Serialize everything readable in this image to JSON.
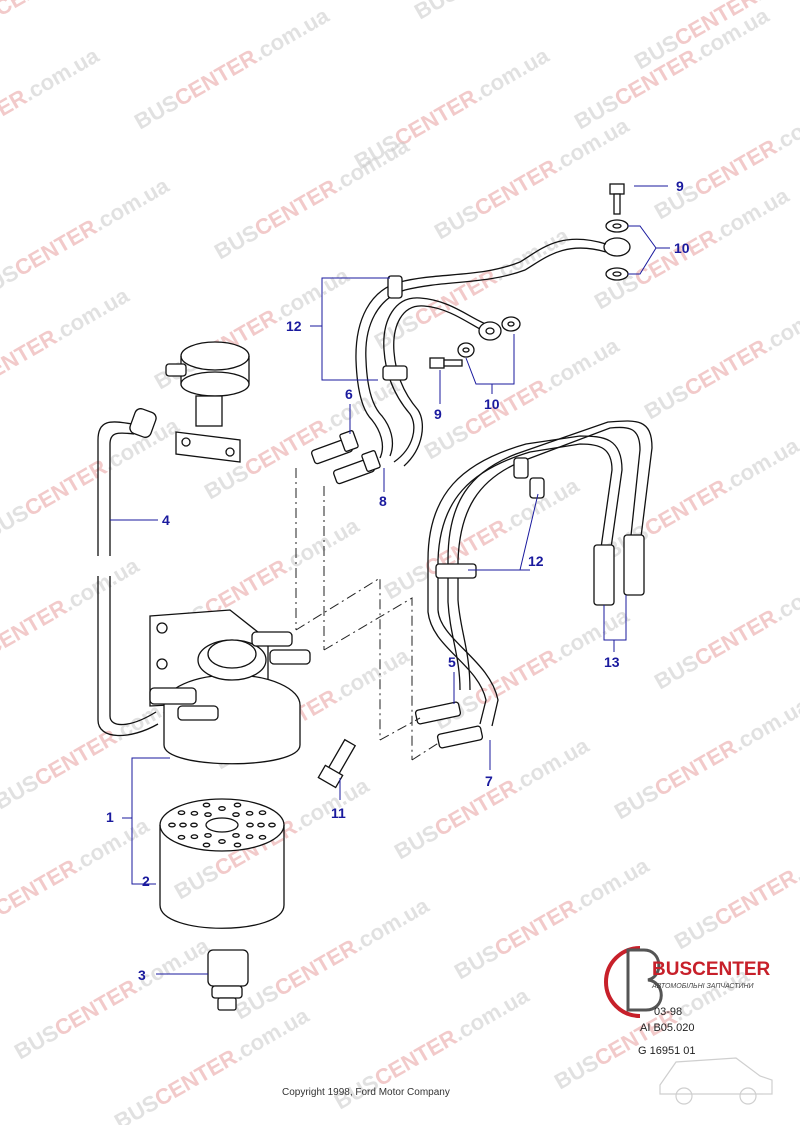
{
  "watermark": {
    "text_pre": "BUS",
    "text_red": "CENTER",
    "text_post": ".com.ua"
  },
  "callouts": [
    {
      "id": "1",
      "label": "1"
    },
    {
      "id": "2",
      "label": "2"
    },
    {
      "id": "3",
      "label": "3"
    },
    {
      "id": "4",
      "label": "4"
    },
    {
      "id": "5",
      "label": "5"
    },
    {
      "id": "6",
      "label": "6"
    },
    {
      "id": "7",
      "label": "7"
    },
    {
      "id": "8",
      "label": "8"
    },
    {
      "id": "9a",
      "label": "9"
    },
    {
      "id": "9b",
      "label": "9"
    },
    {
      "id": "10a",
      "label": "10"
    },
    {
      "id": "10b",
      "label": "10"
    },
    {
      "id": "11",
      "label": "11"
    },
    {
      "id": "12a",
      "label": "12"
    },
    {
      "id": "12b",
      "label": "12"
    },
    {
      "id": "13",
      "label": "13"
    }
  ],
  "logo": {
    "brand": "BUSCENTER",
    "tagline": "АВТОМОБІЛЬНІ ЗАПЧАСТИНИ"
  },
  "reference": {
    "date": "03-98",
    "code1": "AI B05.020",
    "code2": "G 16951 01"
  },
  "copyright": "Copyright 1998, Ford Motor Company",
  "colors": {
    "callout": "#1a1a9e",
    "brand_red": "#c7202a"
  }
}
